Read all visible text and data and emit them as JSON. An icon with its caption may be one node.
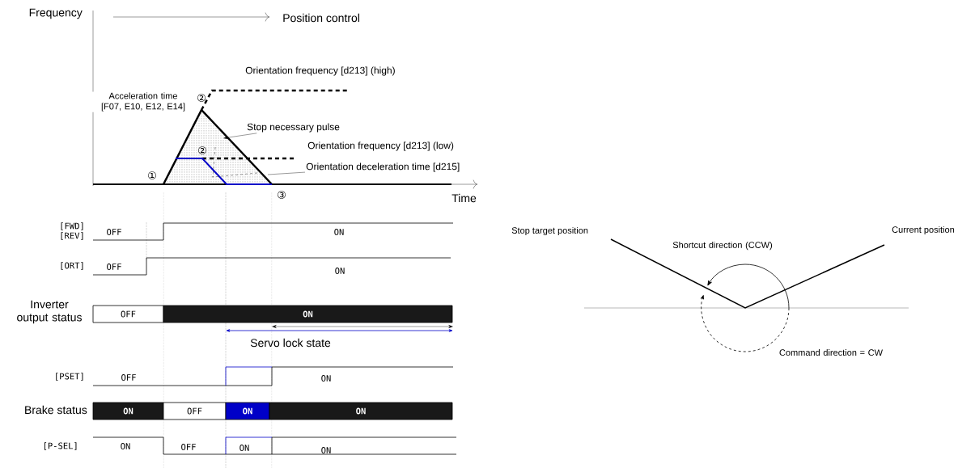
{
  "diagram": {
    "nodes": [
      {
        "text": [
          "Stop necessary pulse"
        ]
      },
      {
        "text": [
          "Orientation deceleration time [d215]"
        ]
      },
      {
        "text": [
          "OFF"
        ]
      },
      {
        "text": [
          "ON"
        ]
      },
      {
        "text": [
          "ON"
        ]
      },
      {
        "text": [
          "OFF"
        ]
      },
      {
        "text": [
          "ON"
        ]
      },
      {
        "text": [
          "ON"
        ]
      }
    ],
    "edges": [
      {
        "from": 0,
        "to": null,
        "arrow": "to"
      },
      {
        "from": 1,
        "to": null,
        "arrow": "none"
      }
    ],
    "labels": [
      "Frequency",
      "Position control",
      "Time",
      "Orientation frequency [d213] (high)",
      "Acceleration time [F07, E10, E12, E14]",
      "②",
      "Orientation frequency [d213] (low)",
      "②",
      "①",
      "③",
      "[FWD] [REV]",
      "OFF",
      "ON",
      "[ORT]",
      "OFF",
      "ON",
      "Inverter output status",
      "Servo lock state",
      "[PSET]",
      "OFF",
      "ON",
      "Brake status",
      "[P-SEL]",
      "ON",
      "OFF",
      "ON",
      "ON",
      "Stop target position",
      "Shortcut direction (CCW)",
      "Current position",
      "Command direction = CW"
    ]
  }
}
